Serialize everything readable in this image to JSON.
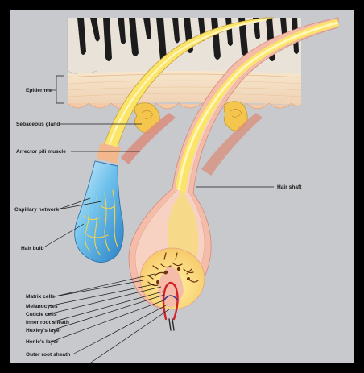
{
  "labels": {
    "epidermis": "Epidermis",
    "sebaceous_gland": "Sebaceous gland",
    "arrector_pili_muscle": "Arrector pili muscle",
    "capillary_network": "Capillary network",
    "hair_bulb": "Hair bulb",
    "hair_shaft": "Hair shaft",
    "matrix_cells": "Matrix cells",
    "melanocytes": "Melanocytes",
    "cuticle_cells": "Cuticle cells",
    "inner_root_sheath": "Inner root sheath",
    "huxleys_layer": "Huxley's layer",
    "henles_layer": "Henle's layer",
    "outer_root_sheath": "Outer root sheath"
  },
  "colors": {
    "background_frame": "#000000",
    "panel": "#c8c9cc",
    "skin_surface": "#f1d9b0",
    "epidermis": "#f7e3c6",
    "dermis_pink": "#f3c9b6",
    "hair_yellow": "#fbe46a",
    "hair_core": "#fff6b8",
    "hair_outline": "#c9a23a",
    "sebaceous": "#f4c64e",
    "muscle": "#d98d7c",
    "capillary_blue": "#4aa6e0",
    "capillary_light": "#bfe4f8",
    "vessel_red": "#d1232a",
    "melanocyte_brown": "#6b3210",
    "sheath_pink": "#f4bca9",
    "black_hair": "#1c1c1c"
  }
}
